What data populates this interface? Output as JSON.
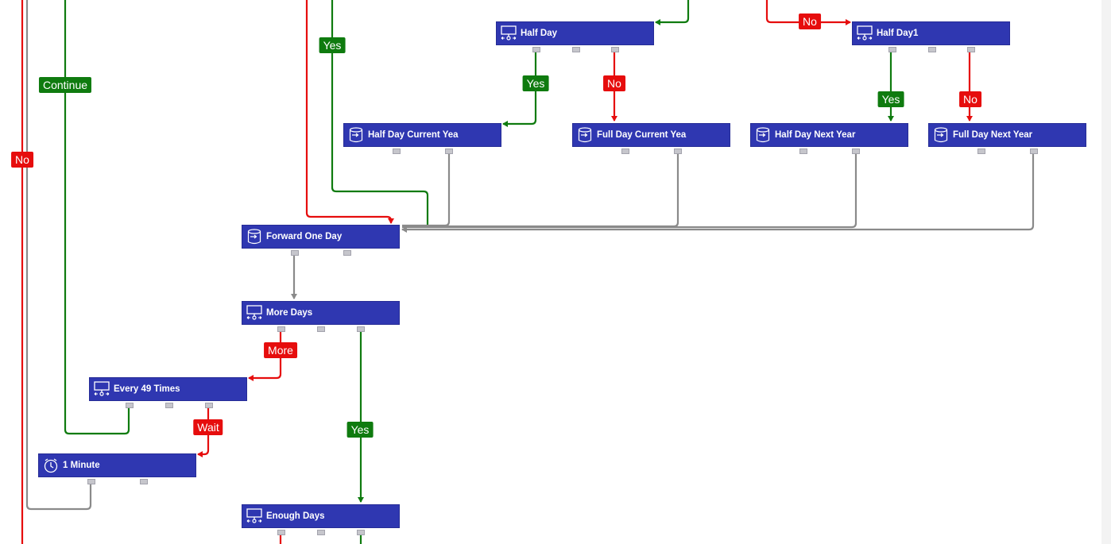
{
  "colors": {
    "node_fill": "#2f37b1",
    "yes_wire": "#0f7b0f",
    "no_wire": "#e60d0d",
    "neutral_wire": "#8a8a8a",
    "port": "#c6c6cc"
  },
  "nodes": {
    "half_day": {
      "label": "Half Day",
      "icon": "decision-icon"
    },
    "half_day1": {
      "label": "Half Day1",
      "icon": "decision-icon"
    },
    "half_day_current_year": {
      "label": "Half Day Current Yea",
      "icon": "database-step-icon"
    },
    "full_day_current_year": {
      "label": "Full Day Current Yea",
      "icon": "database-step-icon"
    },
    "half_day_next_year": {
      "label": "Half Day Next Year",
      "icon": "database-step-icon"
    },
    "full_day_next_year": {
      "label": "Full Day Next Year",
      "icon": "database-step-icon"
    },
    "forward_one_day": {
      "label": "Forward One Day",
      "icon": "database-step-icon"
    },
    "more_days": {
      "label": "More Days",
      "icon": "decision-icon"
    },
    "every_49_times": {
      "label": "Every 49 Times",
      "icon": "decision-icon"
    },
    "one_minute": {
      "label": "1 Minute",
      "icon": "timer-icon"
    },
    "enough_days": {
      "label": "Enough Days",
      "icon": "decision-icon"
    }
  },
  "badges": {
    "yes_top": "Yes",
    "continue": "Continue",
    "no_left": "No",
    "no_top": "No",
    "half_day_yes": "Yes",
    "half_day_no": "No",
    "half_day1_yes": "Yes",
    "half_day1_no": "No",
    "more_days_more": "More",
    "more_days_yes": "Yes",
    "every_49_wait": "Wait"
  }
}
